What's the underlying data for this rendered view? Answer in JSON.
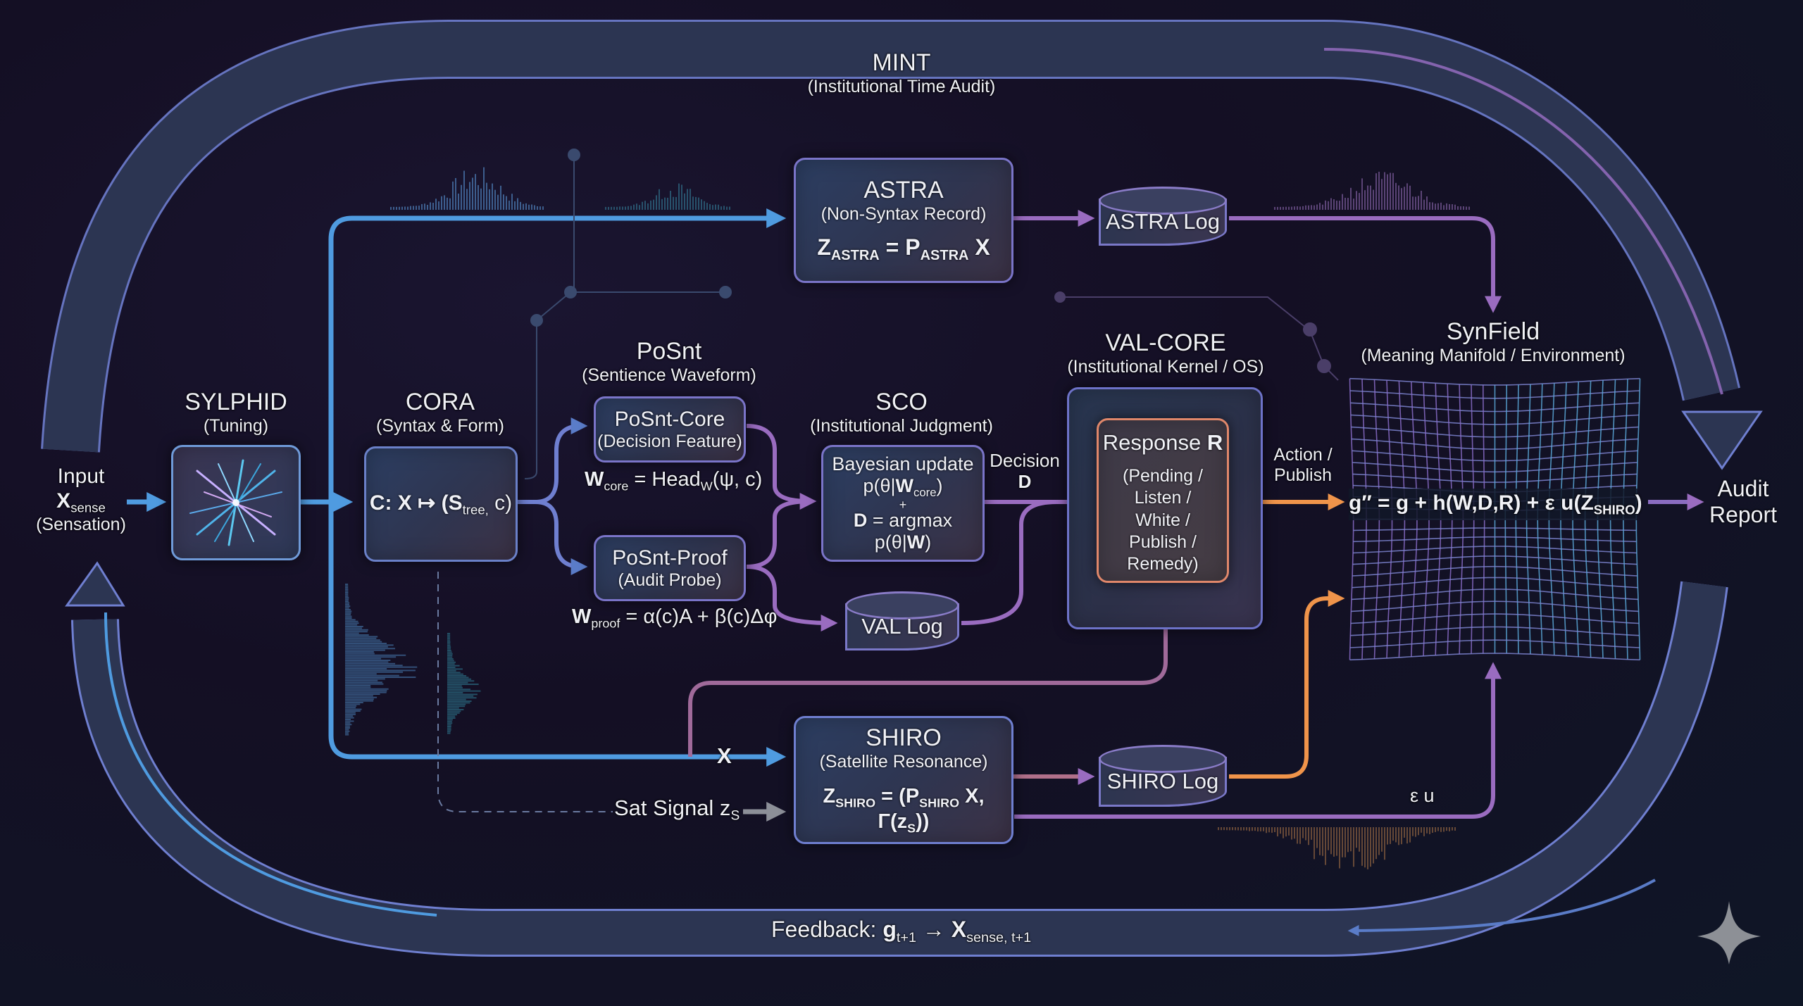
{
  "loops": {
    "top": {
      "title": "MINT",
      "subtitle": "(Institutional Time Audit)"
    },
    "bottom": {
      "feedback_prefix": "Feedback: ",
      "feedback_g": "g",
      "feedback_g_sub": "t+1",
      "feedback_arrow": " → ",
      "feedback_x": "X",
      "feedback_x_sub": "sense, t+1"
    }
  },
  "input": {
    "label": "Input",
    "var": "X",
    "var_sub": "sense",
    "desc": "(Sensation)"
  },
  "sylphid": {
    "title": "SYLPHID",
    "subtitle": "(Tuning)"
  },
  "cora": {
    "title": "CORA",
    "subtitle": "(Syntax & Form)",
    "eq_prefix": "C: X ↦ (",
    "eq_s": "S",
    "eq_s_sub": "tree,",
    "eq_suffix": " c)"
  },
  "posnt": {
    "title": "PoSnt",
    "subtitle": "(Sentience Waveform)",
    "core": {
      "title": "PoSnt-Core",
      "subtitle": "(Decision Feature)",
      "eq_w": "W",
      "eq_w_sub": "core",
      "eq_rest": " = Head",
      "eq_head_sub": "W",
      "eq_tail": "(ψ, c)"
    },
    "proof": {
      "title": "PoSnt-Proof",
      "subtitle": "(Audit Probe)",
      "eq_w": "W",
      "eq_w_sub": "proof",
      "eq_rest": " = α(c)A + β(c)Δφ"
    }
  },
  "sco": {
    "title": "SCO",
    "subtitle": "(Institutional Judgment)",
    "line1": "Bayesian update",
    "line2_pre": "p(θ|",
    "line2_w": "W",
    "line2_sub": "core",
    "line2_post": ")",
    "plus": "+",
    "line3_d": "D",
    "line3_rest": " = argmax p(θ|",
    "line3_w": "W",
    "line3_post": ")"
  },
  "val_log": {
    "label": "VAL Log"
  },
  "decision": {
    "line1": "Decision",
    "line2": "D"
  },
  "valcore": {
    "title": "VAL-CORE",
    "subtitle": "(Institutional Kernel / OS)",
    "response_title": "Response ",
    "response_r": "R",
    "options": [
      "(Pending /",
      "Listen /",
      "White /",
      "Publish /",
      "Remedy)"
    ]
  },
  "action": {
    "line1": "Action /",
    "line2": "Publish"
  },
  "astra": {
    "title": "ASTRA",
    "subtitle": "(Non-Syntax Record)",
    "eq_z": "Z",
    "eq_z_sub": "ASTRA",
    "eq_mid": " = ",
    "eq_p": "P",
    "eq_p_sub": "ASTRA",
    "eq_x": " X"
  },
  "astra_log": {
    "label": "ASTRA Log"
  },
  "synfield": {
    "title": "SynField",
    "subtitle": "(Meaning Manifold / Environment)",
    "eq_main": "g″ = g + h(W,D,R) + ε u(Z",
    "eq_sub": "SHIRO",
    "eq_end": ")"
  },
  "audit": {
    "line1": "Audit",
    "line2": "Report"
  },
  "shiro": {
    "title": "SHIRO",
    "subtitle": "(Satellite Resonance)",
    "eq_z": "Z",
    "eq_z_sub": "SHIRO",
    "eq_mid": " = (",
    "eq_p": "P",
    "eq_p_sub": "SHIRO",
    "eq_tail": " X, Γ(z",
    "eq_tail_sub": "S",
    "eq_end": "))"
  },
  "shiro_log": {
    "label": "SHIRO Log"
  },
  "x_label": "X",
  "sat_signal": {
    "label": "Sat Signal z",
    "sub": "S"
  },
  "eps_u": "ε u",
  "colors": {
    "blue": "#4f9be0",
    "purple": "#9a6cc0",
    "orange": "#f0944a",
    "gray": "#8c8f98",
    "box_border": "#6b7fd0"
  }
}
